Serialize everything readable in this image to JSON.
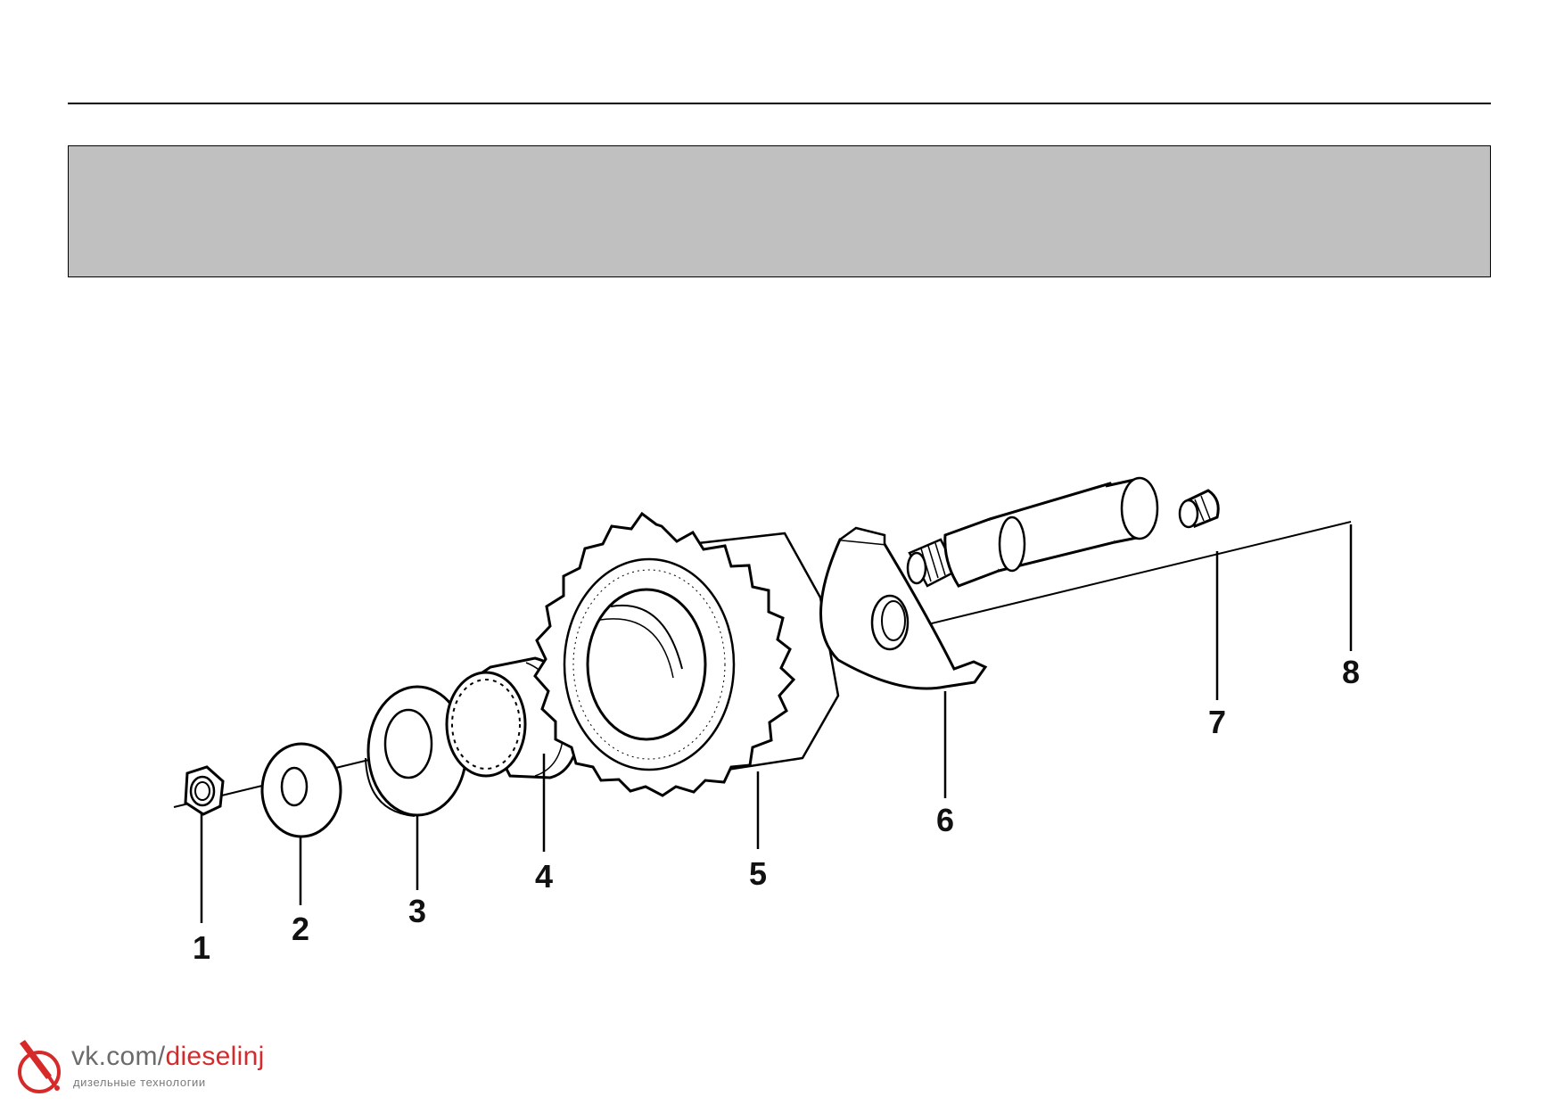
{
  "header": {
    "panel_color": "#c0c0c0"
  },
  "diagram": {
    "callouts": [
      "1",
      "2",
      "3",
      "4",
      "5",
      "6",
      "7",
      "8"
    ]
  },
  "watermark": {
    "site": "vk.com/",
    "handle": "dieselinj",
    "tagline": "дизельные технологии",
    "accent_color": "#d62a2a",
    "icon": "fuel-injector-icon"
  }
}
